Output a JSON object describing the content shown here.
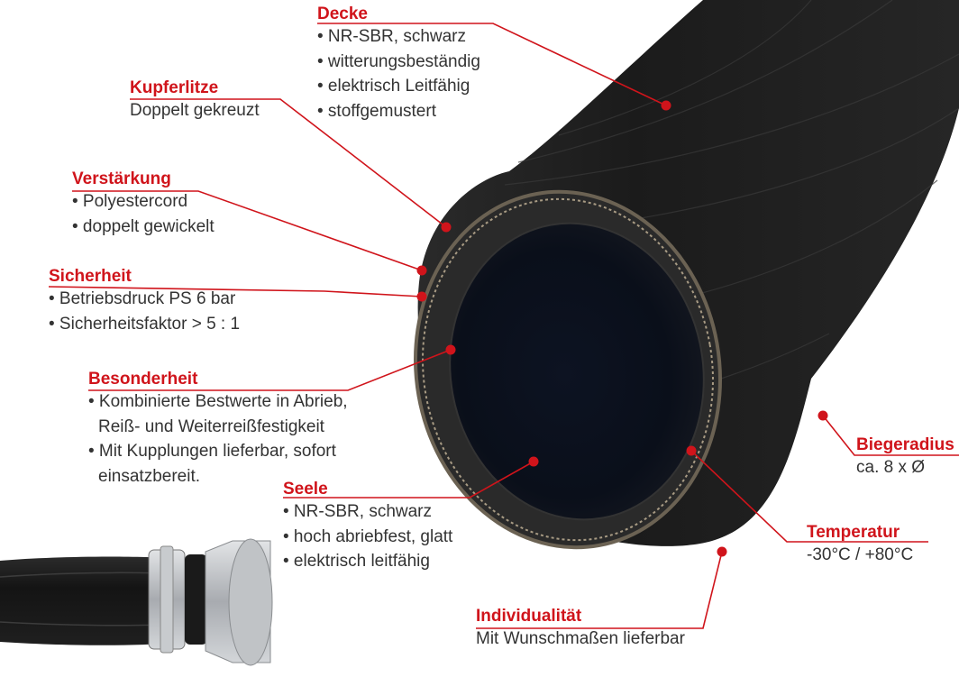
{
  "colors": {
    "accent_red": "#d0141b",
    "text_gray": "#333333",
    "hose_black": "#1c1c1c",
    "metal_silver": "#b9bcbf"
  },
  "callouts": [
    {
      "key": "decke",
      "title": "Decke",
      "lines": [
        "• NR-SBR, schwarz",
        "• witterungsbeständig",
        "• elektrisch Leitfähig",
        "• stoffgemustert"
      ]
    },
    {
      "key": "kupferlitze",
      "title": "Kupferlitze",
      "lines": [
        "Doppelt gekreuzt"
      ]
    },
    {
      "key": "verstaerkung",
      "title": "Verstärkung",
      "lines": [
        "• Polyestercord",
        "• doppelt gewickelt"
      ]
    },
    {
      "key": "sicherheit",
      "title": "Sicherheit",
      "lines": [
        "• Betriebsdruck PS 6 bar",
        "• Sicherheitsfaktor > 5 : 1"
      ]
    },
    {
      "key": "besonderheit",
      "title": "Besonderheit",
      "lines": [
        "• Kombinierte Bestwerte in Abrieb,",
        "Reiß- und Weiterreißfestigkeit",
        "• Mit Kupplungen lieferbar, sofort",
        "einsatzbereit."
      ]
    },
    {
      "key": "seele",
      "title": "Seele",
      "lines": [
        "• NR-SBR, schwarz",
        "• hoch abriebfest, glatt",
        "• elektrisch leitfähig"
      ]
    },
    {
      "key": "biegeradius",
      "title": "Biegeradius",
      "lines": [
        "ca. 8 x Ø"
      ]
    },
    {
      "key": "temperatur",
      "title": "Temperatur",
      "lines": [
        "-30°C / +80°C"
      ]
    },
    {
      "key": "individualitaet",
      "title": "Individualität",
      "lines": [
        "Mit Wunschmaßen lieferbar"
      ]
    }
  ]
}
